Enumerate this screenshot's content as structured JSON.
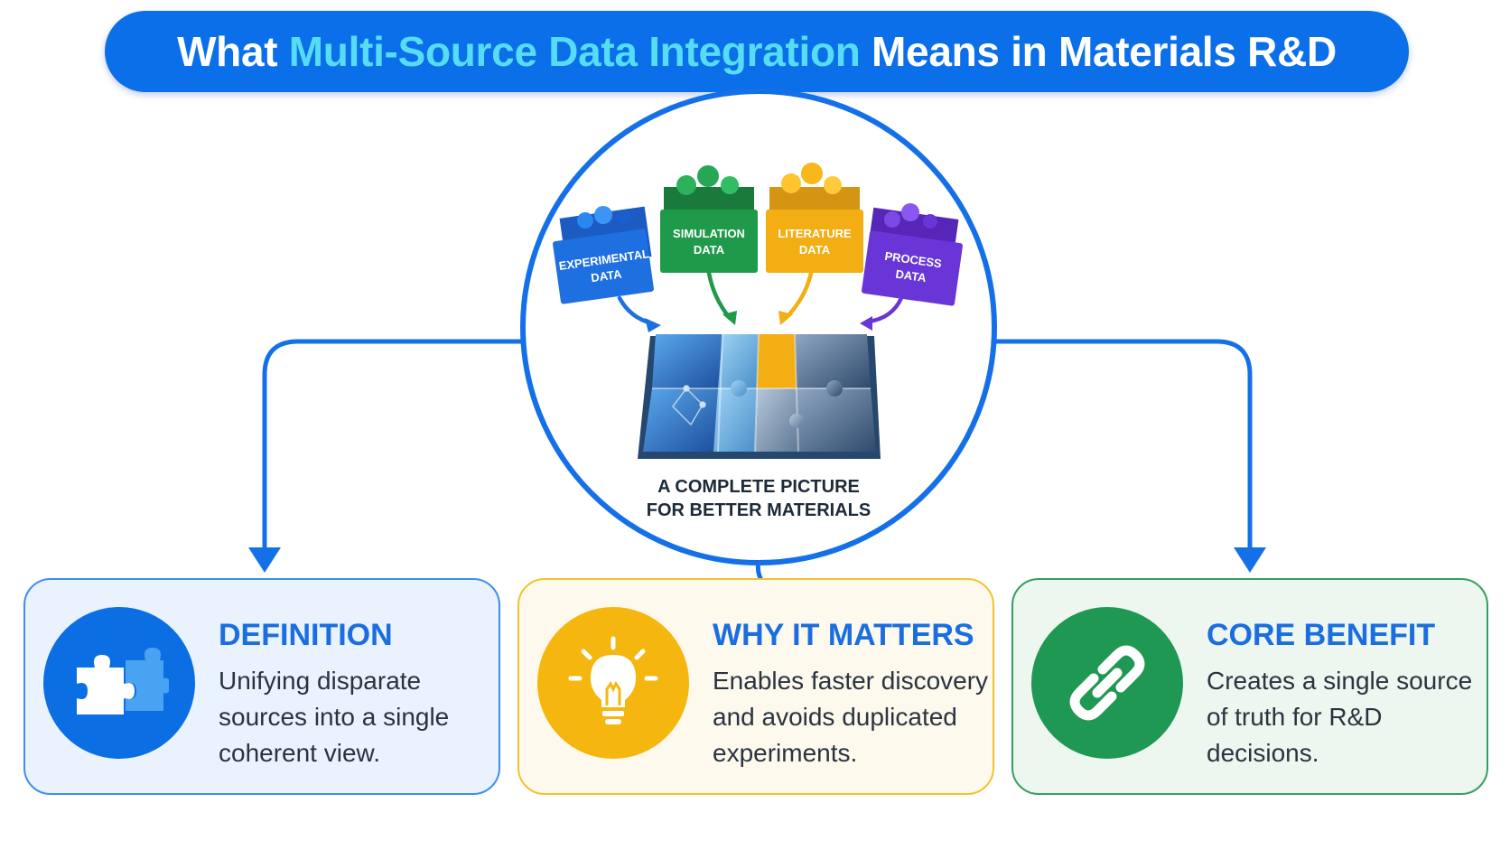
{
  "title": {
    "before": "What ",
    "highlight": "Multi-Source Data Integration",
    "after": " Means in Materials R&D"
  },
  "hub": {
    "sources": [
      {
        "line1": "EXPERIMENTAL",
        "line2": "DATA",
        "color": "#1e6fe0",
        "icon": "puzzle-pieces-box-icon"
      },
      {
        "line1": "SIMULATION",
        "line2": "DATA",
        "color": "#1f9a4a",
        "icon": "puzzle-pieces-box-icon"
      },
      {
        "line1": "LITERATURE",
        "line2": "DATA",
        "color": "#f2ae12",
        "icon": "puzzle-pieces-box-icon"
      },
      {
        "line1": "PROCESS",
        "line2": "DATA",
        "color": "#6a35d6",
        "icon": "puzzle-pieces-box-icon"
      }
    ],
    "caption_line1": "A COMPLETE PICTURE",
    "caption_line2": "FOR BETTER MATERIALS",
    "puzzle_icon": "assembled-puzzle-icon"
  },
  "cards": {
    "definition": {
      "title": "DEFINITION",
      "body": "Unifying disparate sources into a single coherent view.",
      "icon": "puzzle-icon"
    },
    "why": {
      "title": "WHY IT MATTERS",
      "body": "Enables faster discovery and avoids duplicated experiments.",
      "icon": "lightbulb-icon"
    },
    "core": {
      "title": "CORE BENEFIT",
      "body": "Creates a single source of truth for R&D decisions.",
      "icon": "chain-link-icon"
    }
  },
  "colors": {
    "accent": "#0a6fe8",
    "highlight": "#57dcf6",
    "yellow": "#f5b70f",
    "green": "#1e9853"
  }
}
